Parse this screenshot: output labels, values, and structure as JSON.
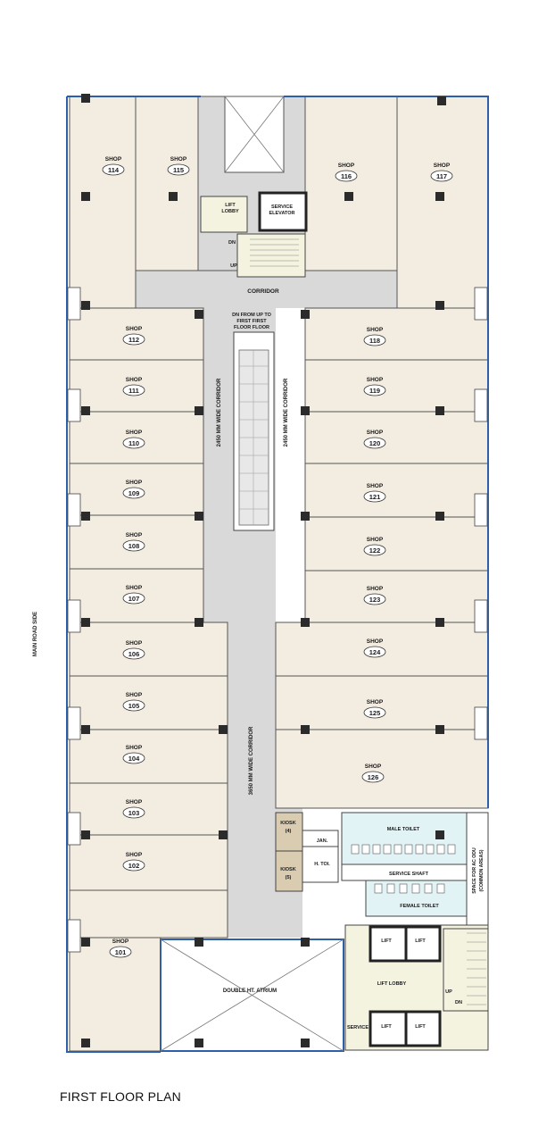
{
  "title": "FIRST FLOOR PLAN",
  "side_label": "MAIN ROAD SIDE",
  "shop_word": "SHOP",
  "shops": [
    "114",
    "115",
    "116",
    "117",
    "112",
    "111",
    "110",
    "109",
    "108",
    "107",
    "106",
    "105",
    "104",
    "103",
    "102",
    "101",
    "118",
    "119",
    "120",
    "121",
    "122",
    "123",
    "124",
    "125",
    "126"
  ],
  "corridor": "CORRIDOR",
  "corridor_left": "2450 MM WIDE CORRIDOR",
  "corridor_right": "2450 MM WIDE CORRIDOR",
  "corridor_main": "3650 MM WIDE CORRIDOR",
  "escalator_note": [
    "DN FROM UP TO",
    "FIRST    FIRST",
    "FLOOR  FLOOR"
  ],
  "lift_lobby_top": [
    "LIFT",
    "LOBBY"
  ],
  "service_elevator": [
    "SERVICE",
    "ELEVATOR"
  ],
  "dn": "DN",
  "up": "UP",
  "kiosk4": [
    "KIOSK",
    "(4)"
  ],
  "kiosk5": [
    "KIOSK",
    "(5)"
  ],
  "jan": "JAN.",
  "h_toi": "H. TOI.",
  "male_toilet": "MALE TOILET",
  "service_shaft": "SERVICE SHAFT",
  "female_toilet": "FEMALE TOILET",
  "ac_space": [
    "SPACE FOR AC ODU",
    "(COMMON AREAS)"
  ],
  "lift": "LIFT",
  "lift_lobby": "LIFT LOBBY",
  "atrium": "DOUBLE HT. ATRIUM",
  "service": "SERVICE",
  "colors": {
    "shop_fill": "#f3ece0",
    "corridor": "#d9d9d9",
    "wall": "#2b2b2b",
    "glass": "#2e5fa8",
    "kiosk": "#d9ccb0",
    "toilet": "#e2f3f5"
  }
}
